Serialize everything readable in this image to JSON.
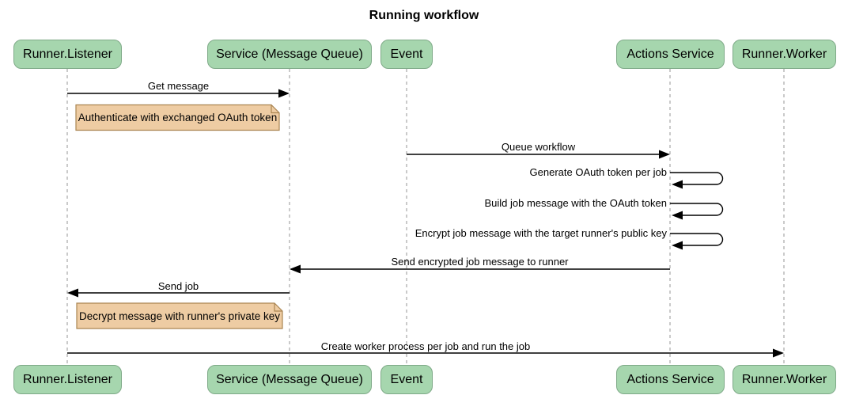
{
  "title": "Running workflow",
  "participants": [
    {
      "id": "runner-listener",
      "label": "Runner.Listener"
    },
    {
      "id": "service-message-queue",
      "label": "Service (Message Queue)"
    },
    {
      "id": "event",
      "label": "Event"
    },
    {
      "id": "actions-service",
      "label": "Actions Service"
    },
    {
      "id": "runner-worker",
      "label": "Runner.Worker"
    }
  ],
  "messages": [
    {
      "label": "Get message",
      "from": "Runner.Listener",
      "to": "Service (Message Queue)",
      "kind": "arrow"
    },
    {
      "label": "Queue workflow",
      "from": "Event",
      "to": "Actions Service",
      "kind": "arrow"
    },
    {
      "label": "Generate OAuth token per job",
      "from": "Actions Service",
      "to": "Actions Service",
      "kind": "self"
    },
    {
      "label": "Build job message with the OAuth token",
      "from": "Actions Service",
      "to": "Actions Service",
      "kind": "self"
    },
    {
      "label": "Encrypt job message with the target runner's public key",
      "from": "Actions Service",
      "to": "Actions Service",
      "kind": "self"
    },
    {
      "label": "Send encrypted job message to runner",
      "from": "Actions Service",
      "to": "Service (Message Queue)",
      "kind": "arrow"
    },
    {
      "label": "Send job",
      "from": "Service (Message Queue)",
      "to": "Runner.Listener",
      "kind": "arrow"
    },
    {
      "label": "Create worker process per job and run the job",
      "from": "Runner.Listener",
      "to": "Runner.Worker",
      "kind": "arrow"
    }
  ],
  "notes": [
    {
      "text": "Authenticate with exchanged OAuth token",
      "over": "Runner.Listener"
    },
    {
      "text": "Decrypt message with runner's private key",
      "over": "Runner.Listener"
    }
  ],
  "colors": {
    "participant_fill": "#a6d6ae",
    "participant_border": "#7faa88",
    "note_fill": "#eecca3",
    "note_border": "#aa8552",
    "lifeline": "#adadad",
    "arrow": "#000000",
    "background": "#ffffff"
  }
}
